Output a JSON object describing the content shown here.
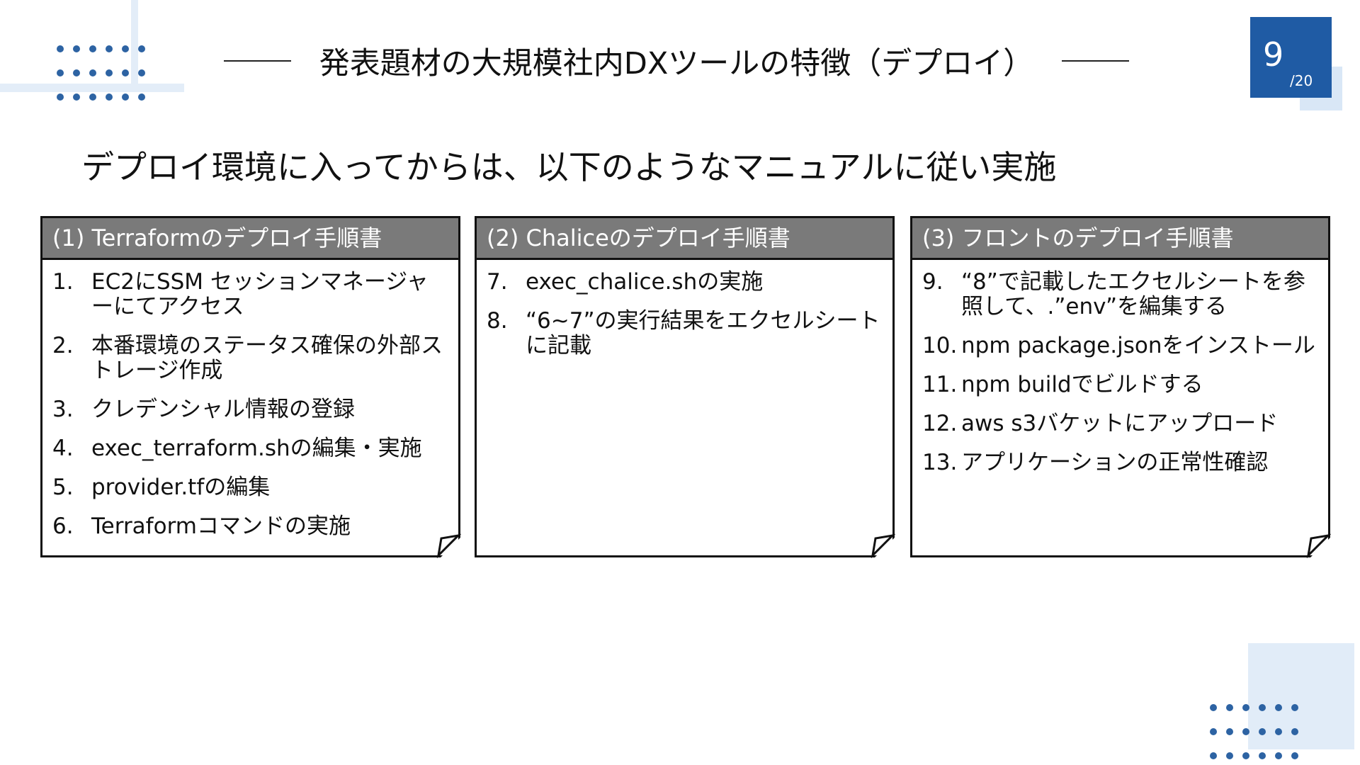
{
  "slide": {
    "title": "発表題材の大規模社内DXツールの特徴（デプロイ）",
    "page_number": "9",
    "page_total": "/20",
    "subtitle": "デプロイ環境に入ってからは、以下のようなマニュアルに従い実施"
  },
  "cards": [
    {
      "header": "(1) Terraformのデプロイ手順書",
      "items": [
        {
          "num": "1.",
          "text": "EC2にSSM セッションマネージャーにてアクセス"
        },
        {
          "num": "2.",
          "text": "本番環境のステータス確保の外部ストレージ作成"
        },
        {
          "num": "3.",
          "text": "クレデンシャル情報の登録"
        },
        {
          "num": "4.",
          "text": "exec_terraform.shの編集・実施"
        },
        {
          "num": "5.",
          "text": "provider.tfの編集"
        },
        {
          "num": "6.",
          "text": "Terraformコマンドの実施"
        }
      ]
    },
    {
      "header": "(2) Chaliceのデプロイ手順書",
      "items": [
        {
          "num": "7.",
          "text": "exec_chalice.shの実施"
        },
        {
          "num": "8.",
          "text": "“6~7”の実行結果をエクセルシートに記載"
        }
      ]
    },
    {
      "header": "(3) フロントのデプロイ手順書",
      "items": [
        {
          "num": "9.",
          "text": "“8”で記載したエクセルシートを参照して、.”env”を編集する"
        },
        {
          "num": "10.",
          "text": "npm package.jsonをインストール"
        },
        {
          "num": "11.",
          "text": "npm buildでビルドする"
        },
        {
          "num": "12.",
          "text": "aws s3バケットにアップロード"
        },
        {
          "num": "13.",
          "text": "アプリケーションの正常性確認"
        }
      ]
    }
  ],
  "colors": {
    "accent": "#1f5ba4",
    "header_bg": "#7a7a7a",
    "deco_light": "#e3edf8"
  }
}
